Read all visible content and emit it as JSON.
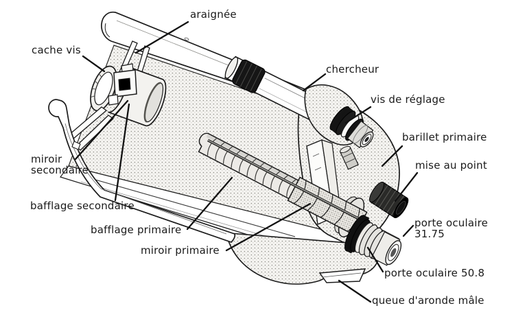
{
  "diagram": {
    "labels": {
      "araignee": "araignée",
      "cache_vis": "cache vis",
      "chercheur": "chercheur",
      "vis_de_reglage": "vis de réglage",
      "barillet_primaire": "barillet primaire",
      "mise_au_point": "mise au point",
      "miroir_secondaire": "miroir secondaire",
      "bafflage_secondaire": "bafflage secondaire",
      "bafflage_primaire": "bafflage primaire",
      "miroir_primaire": "miroir primaire",
      "porte_oculaire_31_75": "porte oculaire 31.75",
      "porte_oculaire_50_8": "porte oculaire 50.8",
      "queue_daronde_male": "queue d'aronde mâle"
    },
    "colors": {
      "ink": "#1a1a1a",
      "paper": "#ffffff",
      "dark_part": "#141414",
      "stipple_base": "#f4f3f0"
    }
  }
}
